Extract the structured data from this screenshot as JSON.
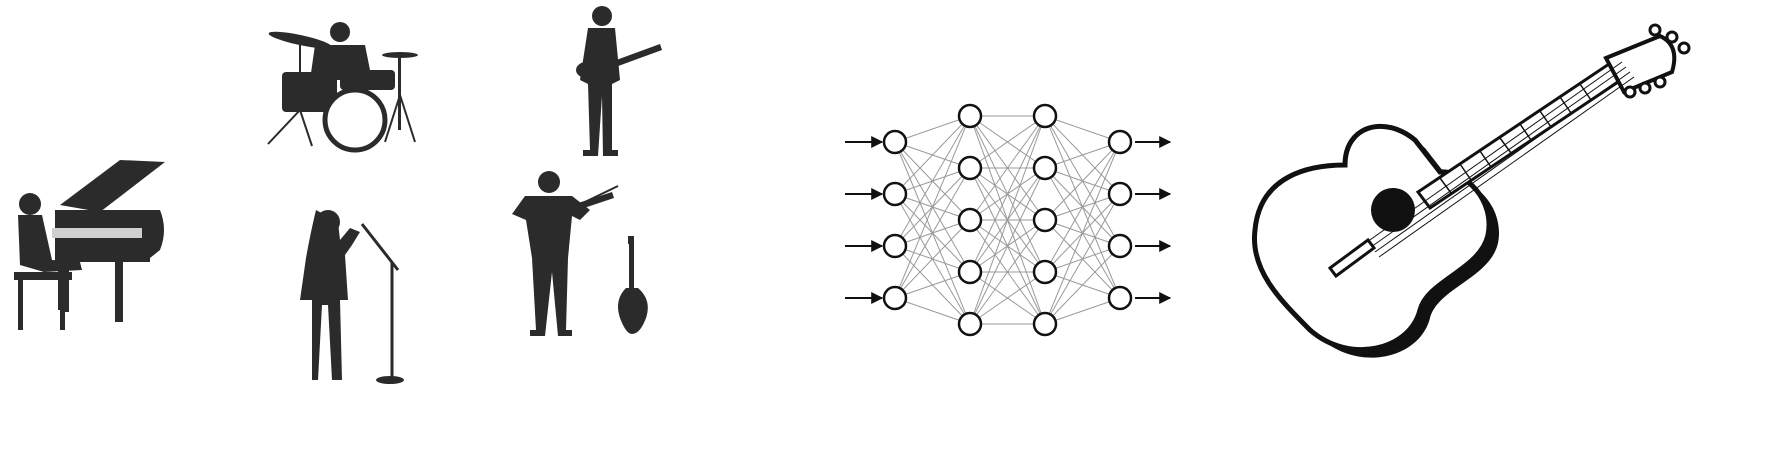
{
  "figure": {
    "background": "#ffffff",
    "silhouette_color": "#2b2b2b",
    "panels": [
      {
        "name": "musicians",
        "icons": [
          "piano-player-icon",
          "drummer-icon",
          "guitarist-icon",
          "singer-icon",
          "violinist-icon",
          "electric-guitar-icon"
        ]
      },
      {
        "name": "neural-network",
        "icons": [
          "neural-network-icon"
        ]
      },
      {
        "name": "output",
        "icons": [
          "acoustic-guitar-icon"
        ]
      }
    ]
  },
  "network": {
    "layers": [
      4,
      5,
      5,
      4
    ],
    "node_fill": "#ffffff",
    "node_stroke": "#111111",
    "edge_color": "#9a9a9a",
    "arrow_color": "#111111"
  }
}
